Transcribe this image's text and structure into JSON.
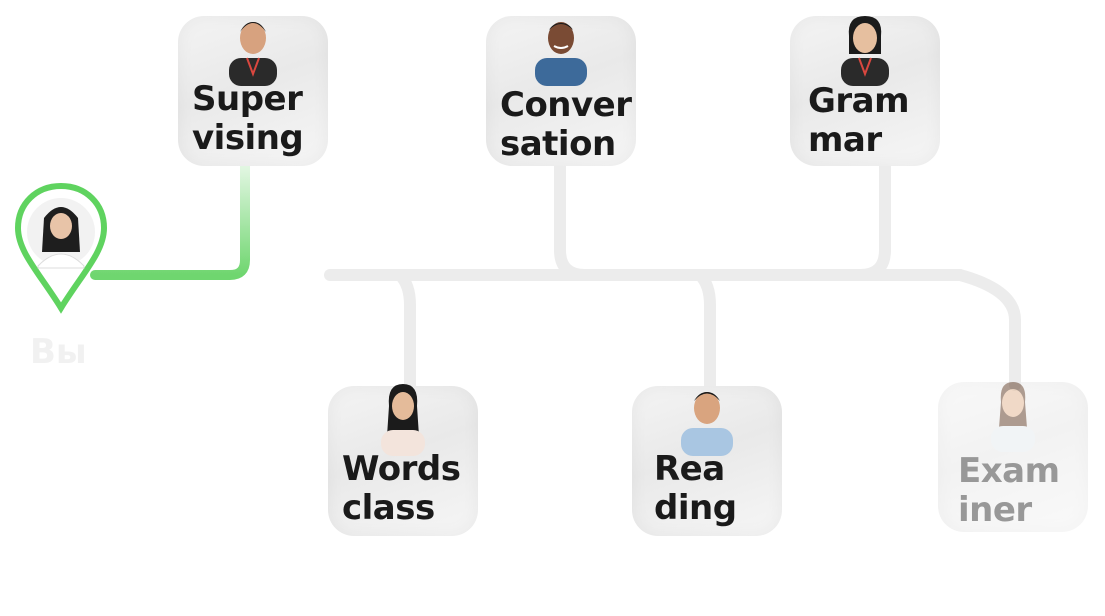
{
  "you": {
    "label": "Вы"
  },
  "nodes": [
    {
      "id": "supervising",
      "line1": "Super",
      "line2": "vising"
    },
    {
      "id": "conversation",
      "line1": "Conver",
      "line2": "sation"
    },
    {
      "id": "grammar",
      "line1": "Gram",
      "line2": "mar"
    },
    {
      "id": "words-class",
      "line1": "Words",
      "line2": "class"
    },
    {
      "id": "reading",
      "line1": "Rea",
      "line2": "ding"
    },
    {
      "id": "examiner",
      "line1": "Exam",
      "line2": "iner"
    }
  ],
  "colors": {
    "active_path": "#5fd35f",
    "inactive_path": "#ececec",
    "text": "#1a1a1a"
  }
}
